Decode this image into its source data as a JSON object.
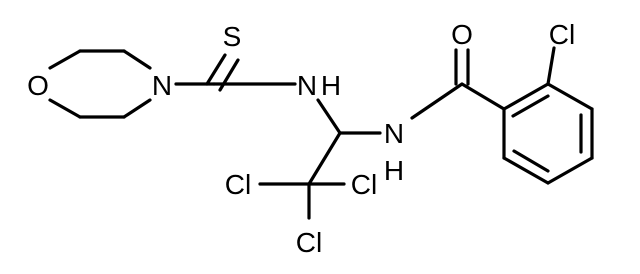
{
  "molecule": {
    "atoms": {
      "thione_s": "S",
      "morpholine_n": "N",
      "morpholine_o": "O",
      "thiourea_nh_n": "N",
      "thiourea_nh_h": "H",
      "amide_nh_n": "N",
      "amide_nh_h": "H",
      "carbonyl_o": "O",
      "aryl_cl": "Cl",
      "ccl3_cl_left": "Cl",
      "ccl3_cl_right": "Cl",
      "ccl3_cl_bottom": "Cl"
    },
    "colors": {
      "ink": "#000000",
      "background": "#ffffff"
    }
  }
}
